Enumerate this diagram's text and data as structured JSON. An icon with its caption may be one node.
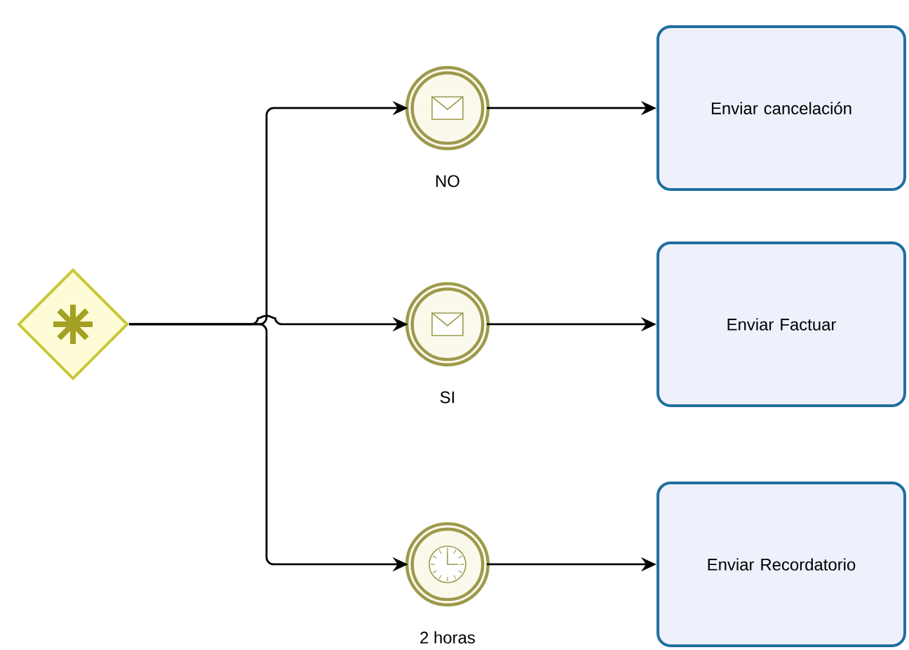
{
  "diagram": {
    "nodes": [
      {
        "text": [],
        "shape": "diamond"
      },
      {
        "text": [],
        "shape": "circle",
        "beside": [
          "NO"
        ]
      },
      {
        "text": [],
        "shape": "circle",
        "beside": [
          "SI"
        ]
      },
      {
        "text": [],
        "shape": "circle",
        "beside": [
          "2 horas"
        ]
      },
      {
        "text": [
          "Enviar cancelación"
        ]
      },
      {
        "text": [
          "Enviar Factuar"
        ]
      },
      {
        "text": [
          "Enviar Recordatorio"
        ]
      }
    ],
    "edges": [
      {
        "from": 0,
        "to": 1,
        "arrow": "to"
      },
      {
        "from": 0,
        "to": 2,
        "arrow": "to"
      },
      {
        "from": 0,
        "to": 3,
        "arrow": "to"
      },
      {
        "from": 1,
        "to": 4,
        "arrow": "to"
      },
      {
        "from": 2,
        "to": 5,
        "arrow": "to"
      },
      {
        "from": 3,
        "to": 6,
        "arrow": "to"
      }
    ]
  }
}
